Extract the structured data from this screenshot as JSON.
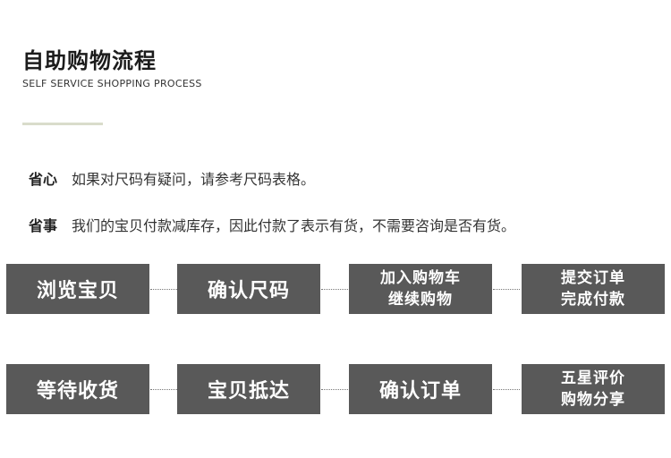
{
  "header": {
    "title": "自助购物流程",
    "subtitle": "SELF SERVICE SHOPPING PROCESS"
  },
  "tips": [
    {
      "label": "省心",
      "text": "如果对尺码有疑问，请参考尺码表格。"
    },
    {
      "label": "省事",
      "text": "我们的宝贝付款减库存，因此付款了表示有货，不需要咨询是否有货。"
    }
  ],
  "steps_row1": [
    {
      "lines": [
        "浏览宝贝"
      ]
    },
    {
      "lines": [
        "确认尺码"
      ]
    },
    {
      "lines": [
        "加入购物车",
        "继续购物"
      ]
    },
    {
      "lines": [
        "提交订单",
        "完成付款"
      ]
    }
  ],
  "steps_row2": [
    {
      "lines": [
        "等待收货"
      ]
    },
    {
      "lines": [
        "宝贝抵达"
      ]
    },
    {
      "lines": [
        "确认订单"
      ]
    },
    {
      "lines": [
        "五星评价",
        "购物分享"
      ]
    }
  ],
  "colors": {
    "box_fill": "#595959",
    "box_text": "#ffffff",
    "accent_bar": "#d9dccb"
  }
}
